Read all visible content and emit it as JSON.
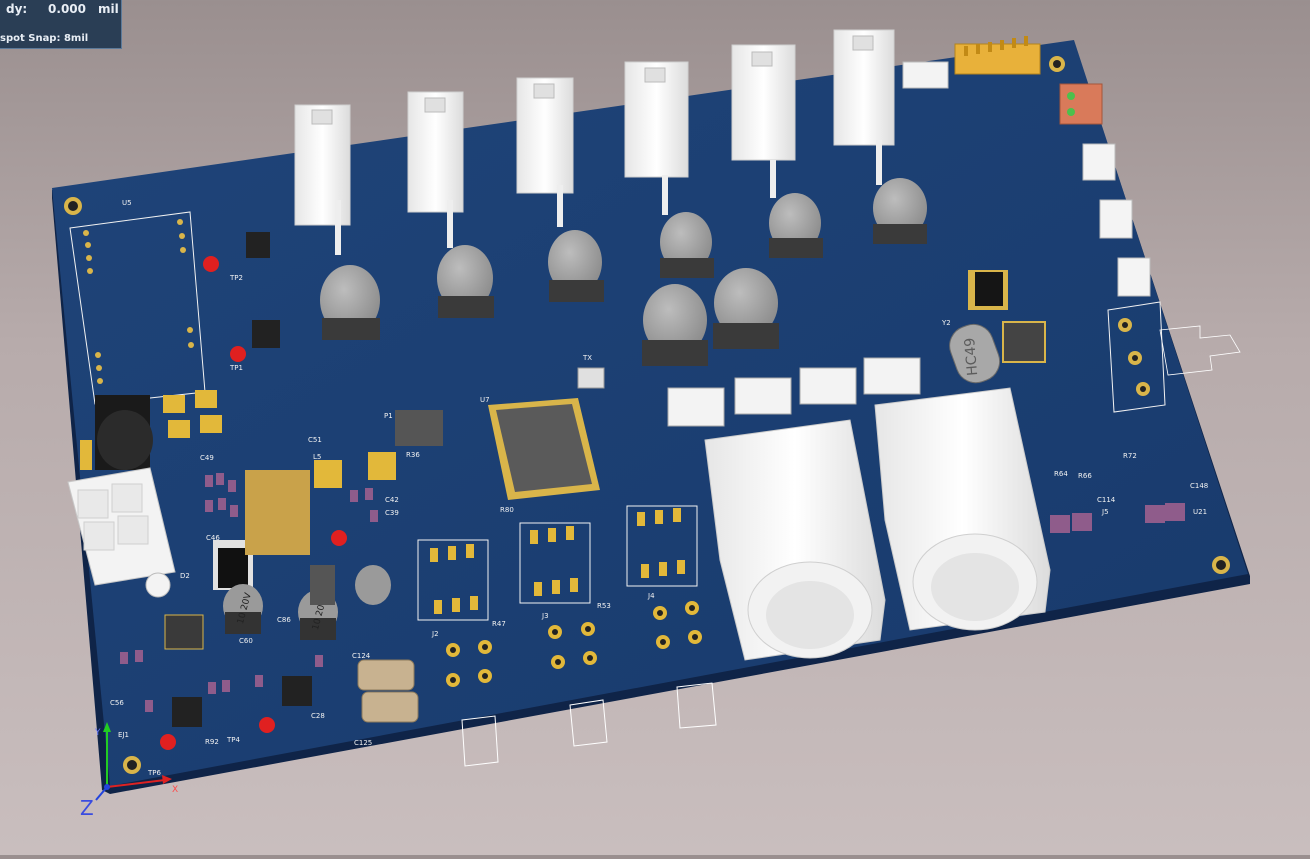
{
  "hud": {
    "dy_label": "dy:",
    "dy_value": "0.000",
    "unit": "mil",
    "snap_text": "spot Snap: 8mil"
  },
  "axes": {
    "x": "X",
    "y": "Y",
    "z": "Z"
  },
  "colors": {
    "board": "#1d3f73",
    "board_edge": "#12294f",
    "silkscreen": "#f2f2f2",
    "pad_gold": "#e2b83a",
    "connector_white": "#f4f4f4",
    "capacitor_grey": "#9a9a9a",
    "header_gold": "#e8b13a"
  },
  "labels": {
    "u5": "U5",
    "tp2": "TP2",
    "tp1": "TP1",
    "u7": "U7",
    "c51": "C51",
    "l5": "L5",
    "j2": "J2",
    "j3": "J3",
    "j4": "J4",
    "r47": "R47",
    "r53": "R53",
    "c60": "C60",
    "c86": "C86",
    "c28": "C28",
    "c124": "C124",
    "c125": "C125",
    "tp6": "TP6",
    "tp4": "TP4",
    "r92": "R92",
    "ej1": "EJ1",
    "c56": "C56",
    "d2": "D2",
    "c46": "C46",
    "c49": "C49",
    "c42": "C42",
    "c39": "C39",
    "y2": "Y2",
    "hc49": "HC49",
    "u21": "U21",
    "c148": "C148",
    "r72": "R72",
    "r64": "R64",
    "j5": "J5",
    "c114": "C114",
    "r66": "R66",
    "cap_10v_a": "10 20V",
    "cap_10v_b": "10 20V",
    "p1": "P1",
    "r36": "R36",
    "tx": "TX",
    "r80": "R80"
  }
}
